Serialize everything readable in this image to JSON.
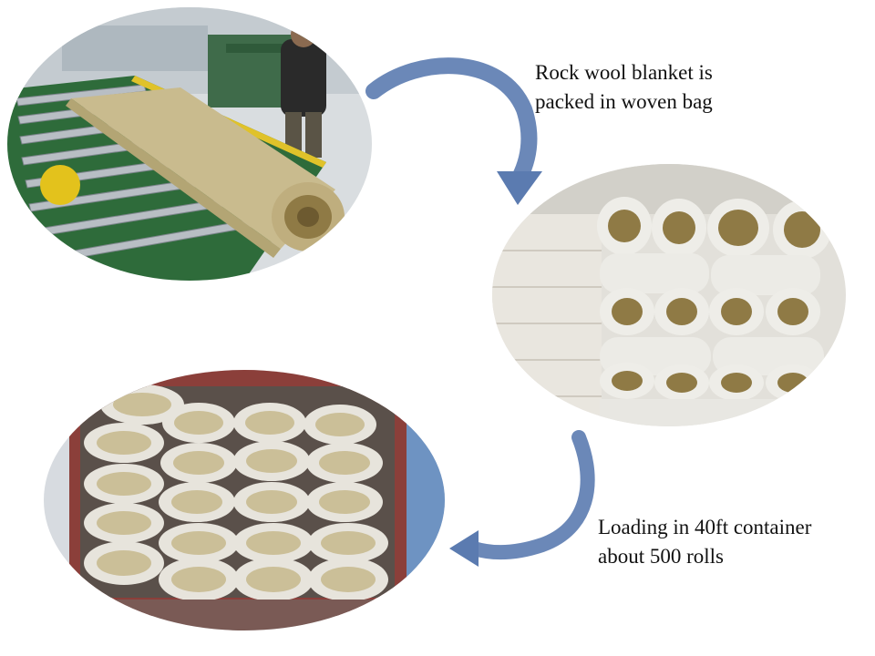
{
  "captions": {
    "packing": [
      "Rock wool blanket is",
      "packed in woven bag"
    ],
    "loading": [
      "Loading in 40ft container",
      "about 500 rolls"
    ]
  },
  "colors": {
    "arrow": "#5b7bb0",
    "rockwool": "#c9bb8e",
    "rockwool_dark": "#8f7a45",
    "bag_white": "#ecebe6",
    "container_red": "#8b3f3a",
    "conveyor_green": "#2e6b3a"
  }
}
